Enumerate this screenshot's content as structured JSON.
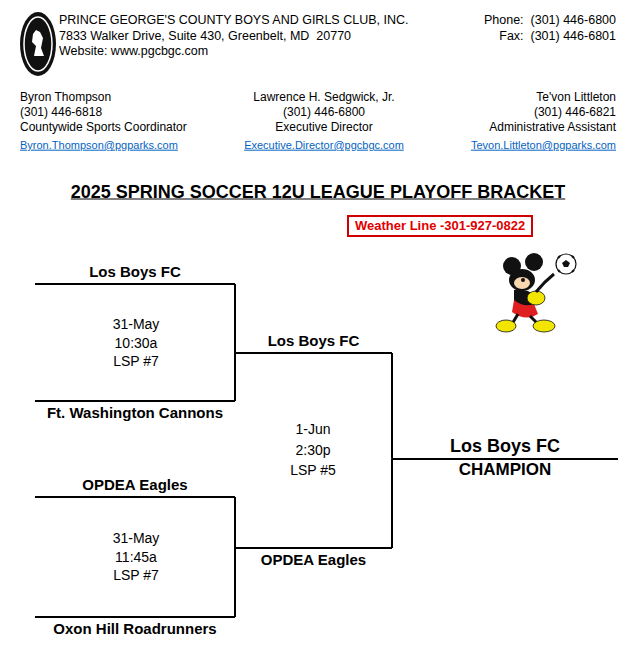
{
  "diagram": {
    "title": "2025 SPRING SOCCER 12U LEAGUE PLAYOFF BRACKET",
    "nodes": [
      {
        "text": [
          "Weather Line -301-927-0822"
        ]
      },
      {
        "text": [
          "Los Boys FC"
        ]
      },
      {
        "text": [
          "Los Boys FC"
        ]
      },
      {
        "text": [
          "Ft. Washington Cannons"
        ]
      },
      {
        "text": [
          "Los Boys FC",
          "CHAMPION"
        ]
      },
      {
        "text": [
          "OPDEA Eagles"
        ]
      },
      {
        "text": [
          "OPDEA Eagles"
        ]
      },
      {
        "text": [
          "Oxon Hill Roadrunners"
        ]
      }
    ],
    "edges": [
      {
        "from": 1,
        "to": 2,
        "arrow": "none"
      },
      {
        "from": 3,
        "to": 2,
        "arrow": "none"
      },
      {
        "from": 5,
        "to": 6,
        "arrow": "none"
      },
      {
        "from": 7,
        "to": 6,
        "arrow": "none"
      },
      {
        "from": 2,
        "to": 4,
        "arrow": "none"
      },
      {
        "from": 6,
        "to": 4,
        "arrow": "none"
      }
    ],
    "labels": [
      "PRINCE GEORGE'S COUNTY BOYS AND GIRLS CLUB, INC.",
      "7833 Walker Drive, Suite 430, Greenbelt, MD  20770",
      "Website: www.pgcbgc.com",
      "Phone:  (301) 446-6800",
      "Fax:  (301) 446-6801",
      "Byron Thompson",
      "(301) 446-6818",
      "Countywide Sports Coordinator",
      "Byron.Thompson@pgparks.com",
      "Lawrence H. Sedgwick, Jr.",
      "(301) 446-6800",
      "Executive Director",
      "Executive.Director@pgcbgc.com",
      "Te'von Littleton",
      "(301) 446-6821",
      "Administrative Assistant",
      "Tevon.Littleton@pgparks.com",
      "31-May",
      "10:30a",
      "LSP #7",
      "1-Jun",
      "2:30p",
      "LSP #5",
      "31-May",
      "11:45a",
      "LSP #7"
    ]
  }
}
